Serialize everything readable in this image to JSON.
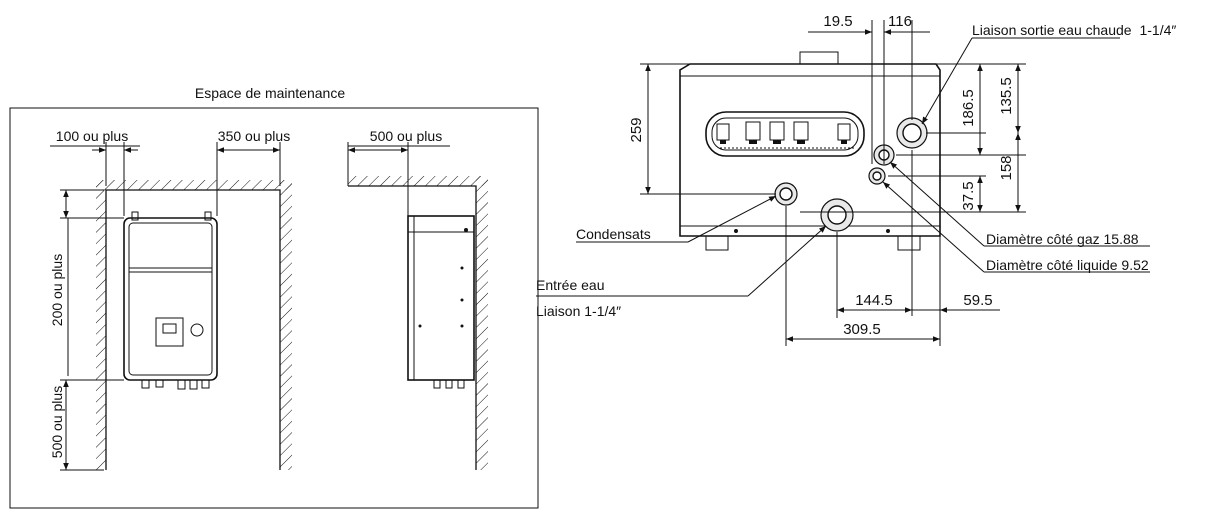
{
  "left_view": {
    "title": "Espace de maintenance",
    "clearances": {
      "left": "100 ou plus",
      "right": "350 ou plus",
      "side": "500 ou plus",
      "top": "200 ou plus",
      "bottom": "500 ou plus"
    }
  },
  "right_view": {
    "dimensions": {
      "d19_5": "19.5",
      "d116": "116",
      "d259": "259",
      "d186_5": "186.5",
      "d135_5": "135.5",
      "d158": "158",
      "d37_5": "37.5",
      "d144_5": "144.5",
      "d59_5": "59.5",
      "d309_5": "309.5"
    },
    "labels": {
      "hot_water": "Liaison sortie eau chaude",
      "hot_water_size": "1-1/4″",
      "condensate": "Condensats",
      "water_inlet": "Entrée eau",
      "water_inlet_conn": "Liaison 1-1/4″",
      "gas_side": "Diamètre côté gaz 15",
      "gas_side_val": ".88",
      "liquid_side": "Diamètre côté liquide",
      "liquid_side_val": " 9.52"
    }
  }
}
